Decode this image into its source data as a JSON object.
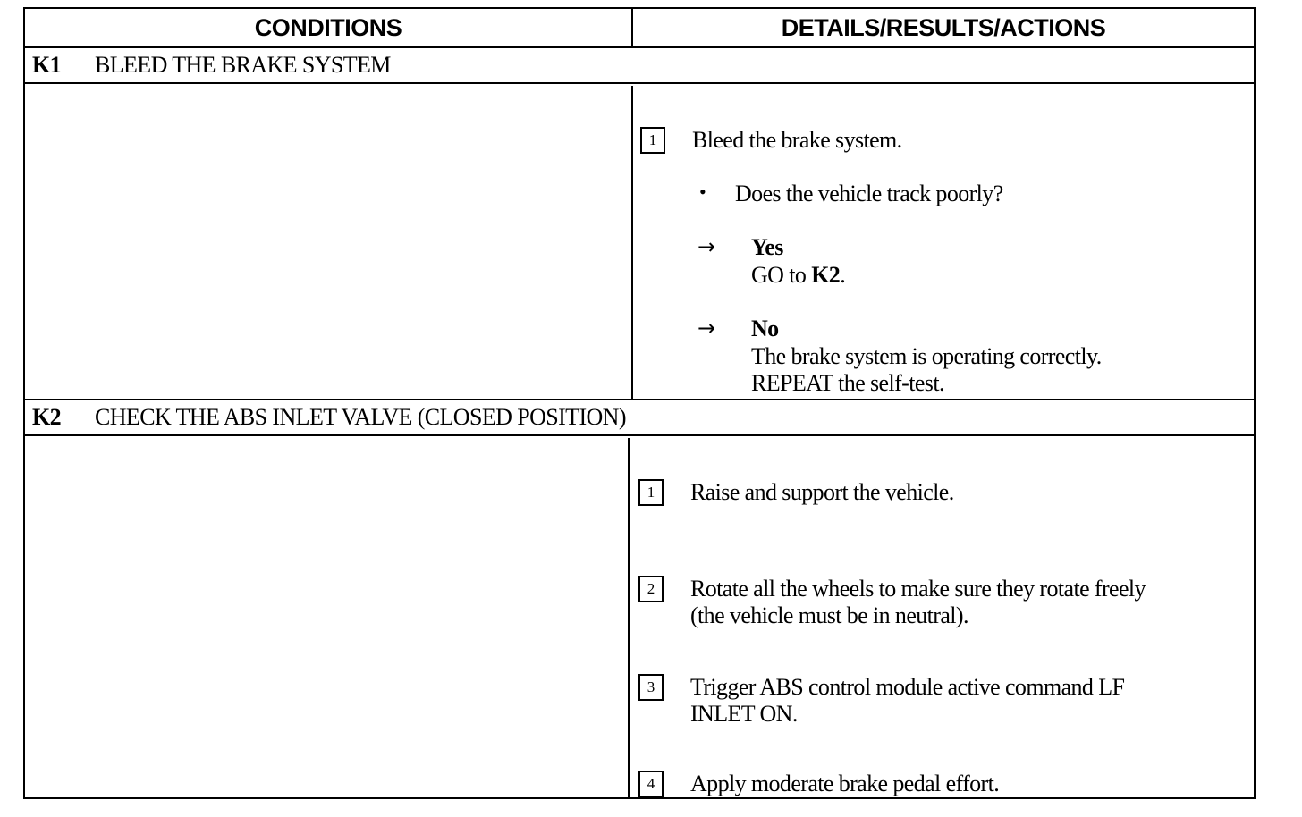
{
  "header": {
    "conditions": "CONDITIONS",
    "details": "DETAILS/RESULTS/ACTIONS"
  },
  "k1": {
    "id": "K1",
    "title": "BLEED THE BRAKE SYSTEM",
    "step1_num": "1",
    "step1_text": "Bleed the brake system.",
    "question": "Does the vehicle track poorly?",
    "yes_label": "Yes",
    "yes_go": "GO to ",
    "yes_target": "K2",
    "yes_period": ".",
    "no_label": "No",
    "no_line1": "The brake system is operating correctly.",
    "no_line2": "REPEAT the self-test."
  },
  "k2": {
    "id": "K2",
    "title": "CHECK THE ABS INLET VALVE (CLOSED POSITION)",
    "steps": [
      {
        "num": "1",
        "line1": "Raise and support the vehicle.",
        "line2": ""
      },
      {
        "num": "2",
        "line1": "Rotate all the wheels to make sure they rotate freely",
        "line2": "(the vehicle must be in neutral)."
      },
      {
        "num": "3",
        "line1": "Trigger ABS control module active command LF",
        "line2": "INLET ON."
      },
      {
        "num": "4",
        "line1": "Apply moderate brake pedal effort.",
        "line2": ""
      }
    ]
  },
  "glyphs": {
    "bullet": "•",
    "arrow": "→"
  }
}
